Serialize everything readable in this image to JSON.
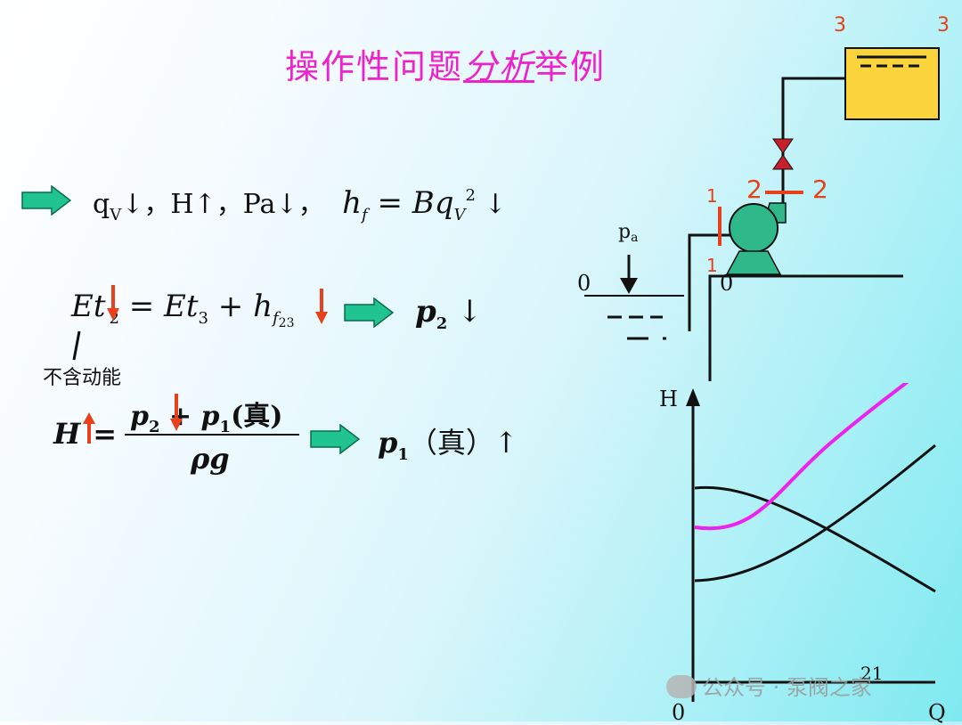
{
  "title": {
    "main": "操作性问题",
    "emphasis": "分析",
    "tail": "举例"
  },
  "line1": {
    "part_a": "q",
    "sub_v": "V",
    "part_b": "↓，H↑，Pa↓，",
    "hf": "h",
    "hf_sub": "f",
    "eq": " = Bq",
    "bq_sub": "V",
    "sq": "2",
    "down": " ↓"
  },
  "line2": {
    "et2": "Et",
    "et2_sub": "2",
    "rhs": " = Et",
    "et3_sub": "3",
    "plus_h": " + h",
    "hf_sub": "f",
    "hf_sub2": "23",
    "result": "p",
    "result_sub": "2",
    "result_arrow": " ↓"
  },
  "note_kinetic": "不含动能",
  "line3": {
    "h": "H",
    "eq": "=",
    "num_p2": "p",
    "num_p2_sub": "2",
    "num_plus": " + ",
    "num_p1": "p",
    "num_p1_sub": "1",
    "num_zhen": "(真)",
    "den": "ρg",
    "result": "p",
    "result_sub": "1",
    "result_tail": "（真）↑"
  },
  "diagram": {
    "label_3a": "3",
    "label_3b": "3",
    "label_2a": "2",
    "label_2b": "2",
    "label_1a": "1",
    "label_1b": "1",
    "label_pa": "p",
    "label_pa_sub": "a",
    "label_0a": "0",
    "label_0b": "0"
  },
  "chart": {
    "axis_h": "H",
    "axis_q": "Q",
    "origin": "0",
    "page_num": "21"
  },
  "watermark": "公众号 · 泵阀之家",
  "colors": {
    "title": "#ee22cc",
    "arrow_fill": "#20c490",
    "red_mark": "#e8401a",
    "tank": "#fbd33a",
    "pump": "#2fb88a",
    "valve": "#c8202a",
    "magenta_curve": "#ee22ee"
  }
}
